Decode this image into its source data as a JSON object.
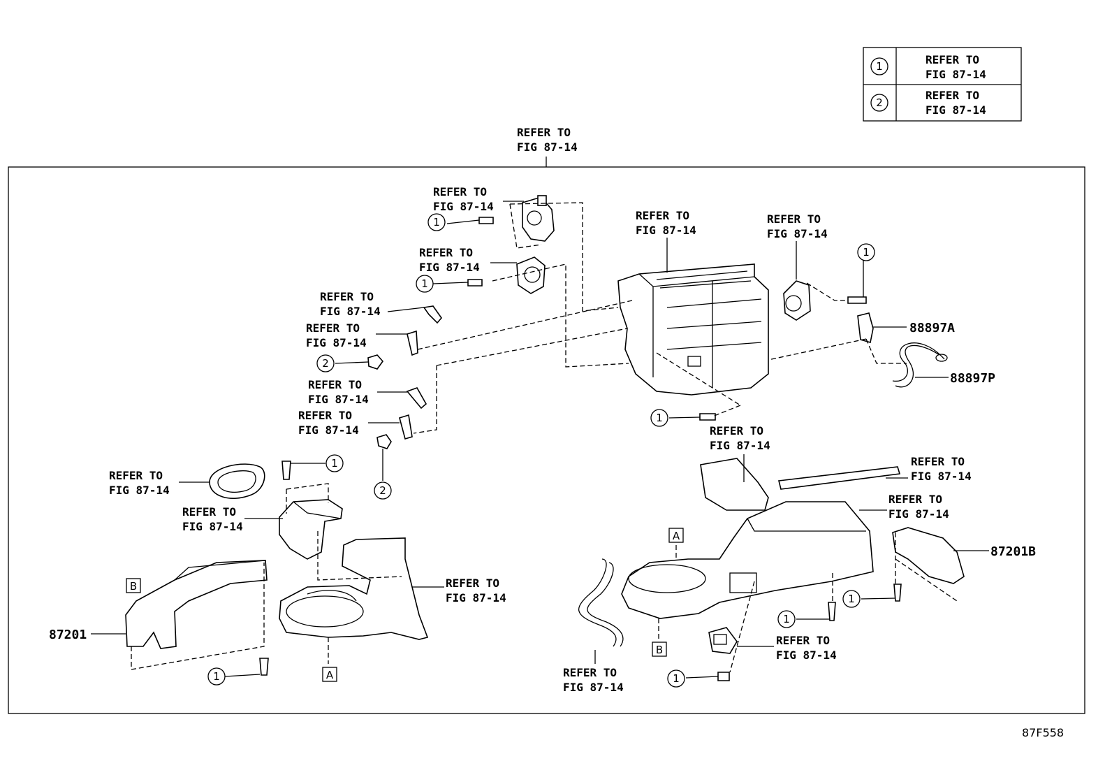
{
  "legend": {
    "rows": [
      {
        "symbol": "1",
        "line1": "REFER TO",
        "line2": "FIG 87-14"
      },
      {
        "symbol": "2",
        "line1": "REFER TO",
        "line2": "FIG 87-14"
      }
    ]
  },
  "refer": {
    "line1": "REFER TO",
    "line2": "FIG 87-14"
  },
  "parts": {
    "p88897a": "88897A",
    "p88897p": "88897P",
    "p87201b": "87201B",
    "p87201": "87201"
  },
  "boxes": {
    "a": "A",
    "b": "B"
  },
  "circles": {
    "one": "1",
    "two": "2"
  },
  "figure_code": "87F558"
}
